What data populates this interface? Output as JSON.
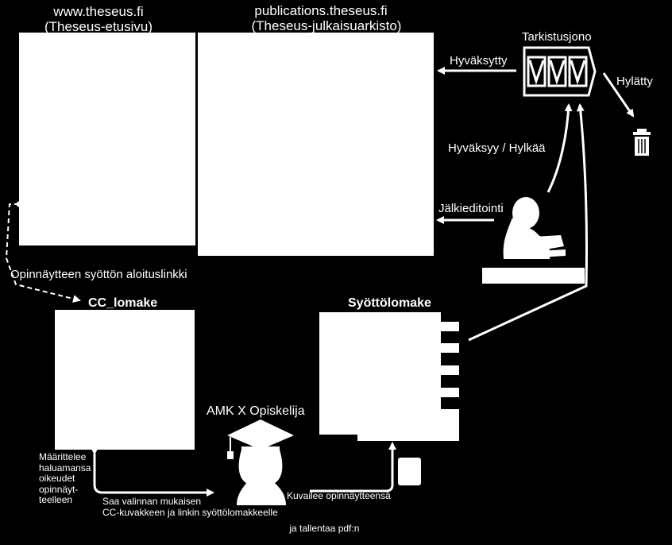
{
  "theseus_home": {
    "title": "www.theseus.fi",
    "subtitle": "(Theseus-etusivu)"
  },
  "theseus_publications": {
    "title": "publications.theseus.fi",
    "subtitle": "(Theseus-julkaisuarkisto)"
  },
  "review_queue": {
    "title": "Tarkistusjono"
  },
  "approved_label": "Hyväksytty",
  "rejected_label": "Hylätty",
  "approve_reject_label": "Hyväksyy / Hylkää",
  "post_edit_label": "Jälkieditointi",
  "start_link_label": "Opinnäytteen syöttön aloituslinkki",
  "cc_form": {
    "title": "CC_lomake"
  },
  "input_form": {
    "title": "Syöttölomake"
  },
  "student_label": "AMK X Opiskelija",
  "define_rights": [
    "Määrittelee",
    "haluamansa",
    "oikeudet",
    "opinnäyt-",
    "teelleen"
  ],
  "cc_result": [
    "Saa valinnan mukaisen",
    "CC-kuvakkeen ja linkin syöttölomakkeelle"
  ],
  "describe_thesis": [
    "Kuvailee opinnäytteensä",
    " ja tallentaa pdf:n"
  ],
  "icons": [
    "queue-icon",
    "trash-icon",
    "editor-icon",
    "graduate-icon",
    "pdf-file-icon"
  ]
}
